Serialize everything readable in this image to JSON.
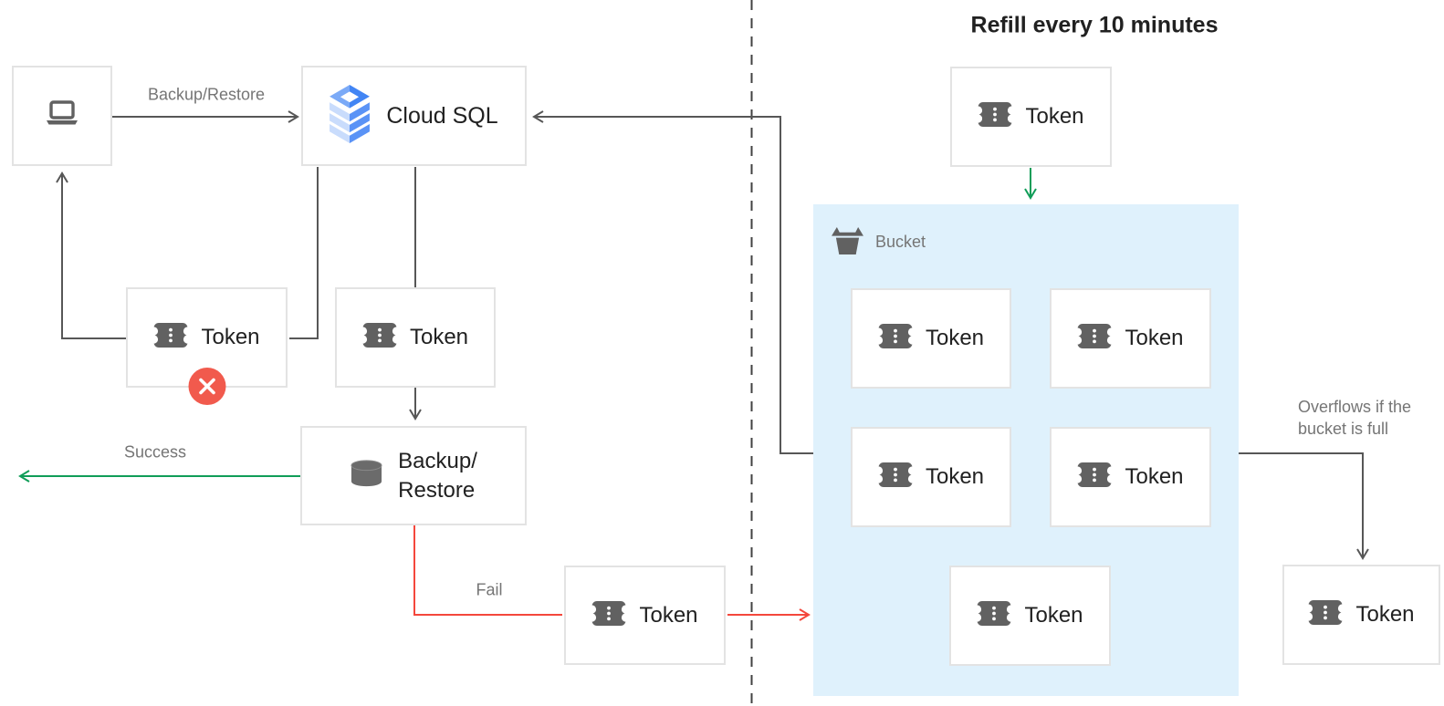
{
  "diagram": {
    "title": "Refill every 10 minutes",
    "edge_labels": {
      "request": "Backup/Restore",
      "success": "Success",
      "fail": "Fail",
      "overflow": "Overflows if the bucket is full"
    },
    "nodes": {
      "cloud_sql": "Cloud SQL",
      "backup_restore_line1": "Backup/",
      "backup_restore_line2": "Restore",
      "bucket_label": "Bucket",
      "token_denied": "Token",
      "token_queue": "Token",
      "token_fail": "Token",
      "token_refill": "Token",
      "token_overflow": "Token",
      "bucket_tokens": [
        "Token",
        "Token",
        "Token",
        "Token",
        "Token"
      ]
    },
    "colors": {
      "line_gray": "#575757",
      "green": "#109d58",
      "red": "#f4473c",
      "badge_red": "#f15a4d",
      "bucket_fill": "#dff1fc",
      "label_gray": "#757575",
      "text_dark": "#212121",
      "icon_gray": "#616161",
      "box_border": "#e3e3e3",
      "sql_blue": "#4285f4",
      "dash": "#424242"
    }
  }
}
